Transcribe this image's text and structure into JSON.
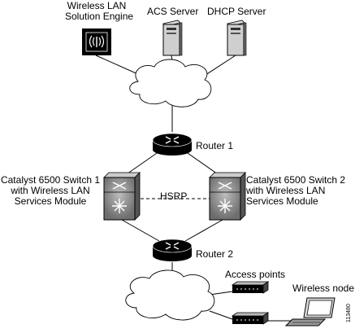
{
  "labels": {
    "wlse_line1": "Wireless LAN",
    "wlse_line2": "Solution Engine",
    "acs": "ACS Server",
    "dhcp": "DHCP Server",
    "router1": "Router 1",
    "router2": "Router 2",
    "switch1_line1": "Catalyst 6500 Switch 1",
    "switch1_line2": "with Wireless LAN",
    "switch1_line3": "Services Module",
    "switch2_line1": "Catalyst 6500 Switch 2",
    "switch2_line2": "with Wireless LAN",
    "switch2_line3": "Services Module",
    "hsrp": "HSRP",
    "access_points": "Access points",
    "wireless_node": "Wireless node",
    "figure_id": "113480"
  },
  "nodes": {
    "wlse": "wlse-appliance",
    "acs": "server-tower",
    "dhcp": "server-tower",
    "top_cloud": "network-cloud",
    "router1": "router",
    "switch1": "multilayer-switch",
    "switch2": "multilayer-switch",
    "router2": "router",
    "bottom_cloud": "network-cloud",
    "ap1": "access-point",
    "ap2": "access-point",
    "laptop": "laptop"
  },
  "colors": {
    "ink": "#000000",
    "device_gray": "#8a8a8a",
    "background": "#ffffff"
  }
}
